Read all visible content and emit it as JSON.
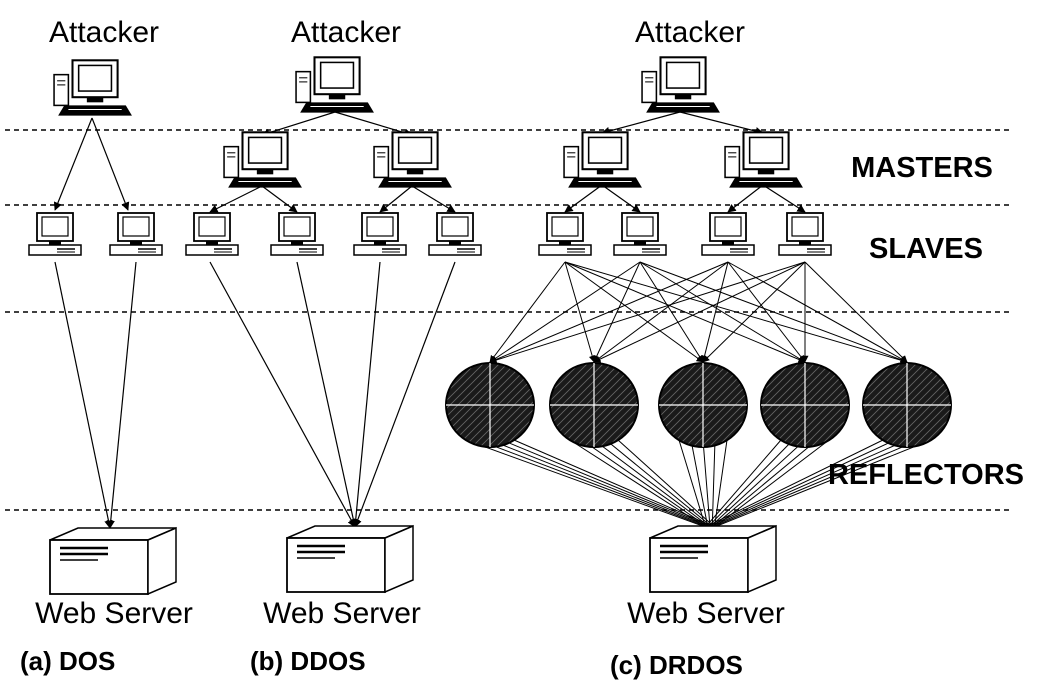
{
  "attacker_label": "Attacker",
  "server_label": "Web Server",
  "tiers": {
    "masters": "MASTERS",
    "slaves": "SLAVES",
    "reflectors": "REFLECTORS"
  },
  "captions": {
    "dos": "(a) DOS",
    "ddos": "(b) DDOS",
    "drdos": "(c) DRDOS"
  },
  "colors": {
    "line": "#000000",
    "reflector_fill": "#1a1a1a",
    "screen_fill": "#ffffff"
  }
}
